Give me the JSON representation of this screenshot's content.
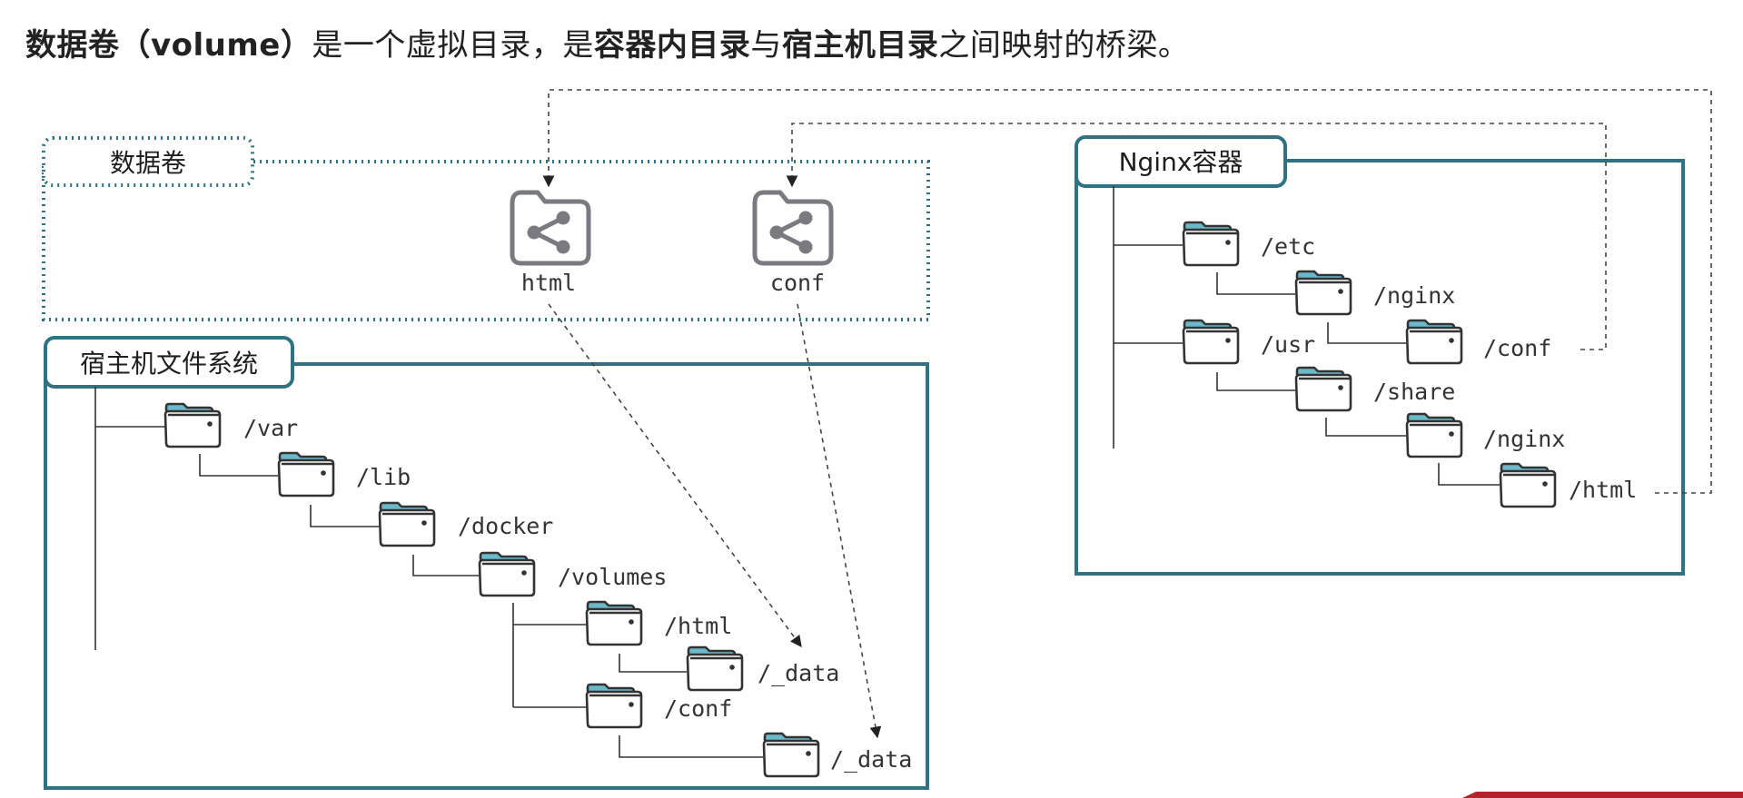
{
  "heading": {
    "t1": "数据卷（volume）",
    "t2": "是一个虚拟目录，是",
    "t3": "容器内目录",
    "t4": "与",
    "t5": "宿主机目录",
    "t6": "之间映射的桥梁。"
  },
  "volume_box": {
    "title": "数据卷",
    "items": [
      {
        "label": "html"
      },
      {
        "label": "conf"
      }
    ]
  },
  "host_box": {
    "title": "宿主机文件系统",
    "paths": [
      "/var",
      "/lib",
      "/docker",
      "/volumes",
      "/html",
      "/_data",
      "/conf",
      "/_data"
    ]
  },
  "container_box": {
    "title": "Nginx容器",
    "paths": [
      "/etc",
      "/nginx",
      "/usr",
      "/conf",
      "/share",
      "/nginx",
      "/html"
    ]
  },
  "colors": {
    "accent": "#2f7382",
    "folder_tab": "#6ab8c8",
    "folder_stroke": "#333333",
    "share_icon": "#7a7a80",
    "footer_bar": "#b3232c"
  }
}
